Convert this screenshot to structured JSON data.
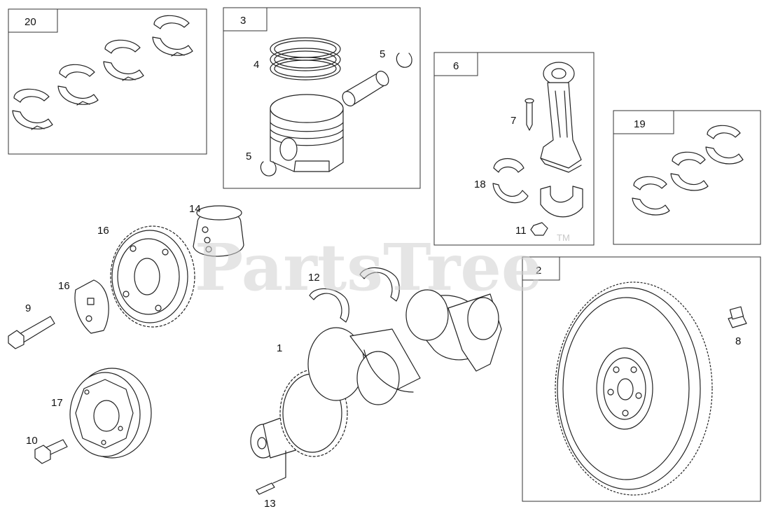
{
  "watermark": {
    "text": "PartsTree",
    "trademark": "TM"
  },
  "boxes": {
    "bearings_upper": "20",
    "piston_assembly": "3",
    "connecting_rod": "6",
    "bearings_right": "19",
    "flywheel": "2"
  },
  "callouts": {
    "piston_rings": "4",
    "piston_pin": "5",
    "pin_clip": "5",
    "rod_pin": "7",
    "rod_bearing": "18",
    "rod_nut": "11",
    "flywheel_bolt": "8",
    "balancer_weight": "14",
    "cam_gear": "16",
    "gear_plate": "16",
    "gear_bolt": "9",
    "thrust_washers": "12",
    "crankshaft": "1",
    "pulley": "17",
    "pulley_bolt": "10",
    "crank_key": "13"
  }
}
